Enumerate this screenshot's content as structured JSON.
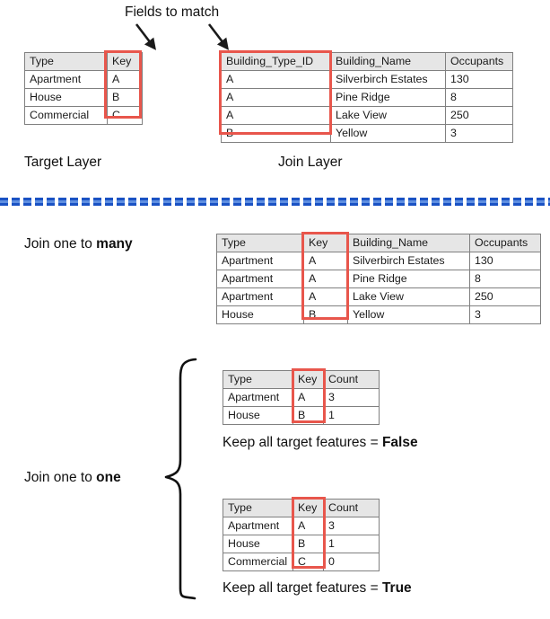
{
  "title_note": "Fields to match",
  "labels": {
    "fields_to_match": "Fields to match",
    "target_layer": "Target Layer",
    "join_layer": "Join Layer",
    "join_one_to_many_prefix": "Join one to ",
    "join_one_to_many_emphasis": "many",
    "join_one_to_one_prefix": "Join one to ",
    "join_one_to_one_emphasis": "one",
    "keep_false_prefix": "Keep all target features = ",
    "keep_false_emphasis": "False",
    "keep_true_prefix": "Keep all target features = ",
    "keep_true_emphasis": "True"
  },
  "colors": {
    "key_highlight": "#e8564c",
    "divider_blue": "#1a52c4",
    "divider_blue_light": "#5f8fe0",
    "header_fill": "#e6e6e6",
    "table_border": "#808080",
    "text": "#111111"
  },
  "tables": {
    "target_layer": {
      "name": "target-layer-table",
      "headers": [
        "Type",
        "Key"
      ],
      "rows": [
        [
          "Apartment",
          "A"
        ],
        [
          "House",
          "B"
        ],
        [
          "Commercial",
          "C"
        ]
      ],
      "highlighted_column": "Key"
    },
    "join_layer": {
      "name": "join-layer-table",
      "headers": [
        "Building_Type_ID",
        "Building_Name",
        "Occupants"
      ],
      "rows": [
        [
          "A",
          "Silverbirch Estates",
          "130"
        ],
        [
          "A",
          "Pine Ridge",
          "8"
        ],
        [
          "A",
          "Lake View",
          "250"
        ],
        [
          "B",
          "Yellow",
          "3"
        ]
      ],
      "highlighted_column": "Building_Type_ID"
    },
    "one_to_many_result": {
      "name": "one-to-many-result-table",
      "headers": [
        "Type",
        "Key",
        "Building_Name",
        "Occupants"
      ],
      "rows": [
        [
          "Apartment",
          "A",
          "Silverbirch Estates",
          "130"
        ],
        [
          "Apartment",
          "A",
          "Pine Ridge",
          "8"
        ],
        [
          "Apartment",
          "A",
          "Lake View",
          "250"
        ],
        [
          "House",
          "B",
          "Yellow",
          "3"
        ]
      ],
      "highlighted_column": "Key"
    },
    "one_to_one_false": {
      "name": "one-to-one-false-table",
      "headers": [
        "Type",
        "Key",
        "Count"
      ],
      "rows": [
        [
          "Apartment",
          "A",
          "3"
        ],
        [
          "House",
          "B",
          "1"
        ]
      ],
      "highlighted_column": "Key"
    },
    "one_to_one_true": {
      "name": "one-to-one-true-table",
      "headers": [
        "Type",
        "Key",
        "Count"
      ],
      "rows": [
        [
          "Apartment",
          "A",
          "3"
        ],
        [
          "House",
          "B",
          "1"
        ],
        [
          "Commercial",
          "C",
          "0"
        ]
      ],
      "highlighted_column": "Key"
    }
  }
}
